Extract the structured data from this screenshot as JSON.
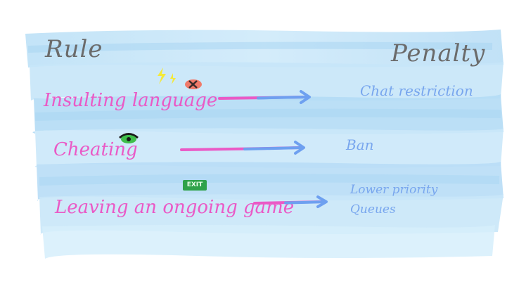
{
  "headers": {
    "rule": "Rule",
    "penalty": "Penalty"
  },
  "rows": [
    {
      "rule": "Insulting language",
      "penalty": "Chat restriction"
    },
    {
      "rule": "Cheating",
      "penalty": "Ban"
    },
    {
      "rule": "Leaving an ongoing game",
      "penalty": [
        "Lower priority",
        "Queues"
      ]
    }
  ],
  "badges": {
    "exit": "EXIT"
  },
  "icons": [
    "lightning-icon",
    "mouth-censored-icon",
    "eye-icon",
    "exit-sign-icon"
  ],
  "colors": {
    "rule_text": "#ea5ac6",
    "penalty_text": "#78a6ee",
    "header_text": "#6b6b6b",
    "arrow_start": "#ea5ac6",
    "arrow_end": "#6ea0f0",
    "wash": "#bfe3f7"
  }
}
